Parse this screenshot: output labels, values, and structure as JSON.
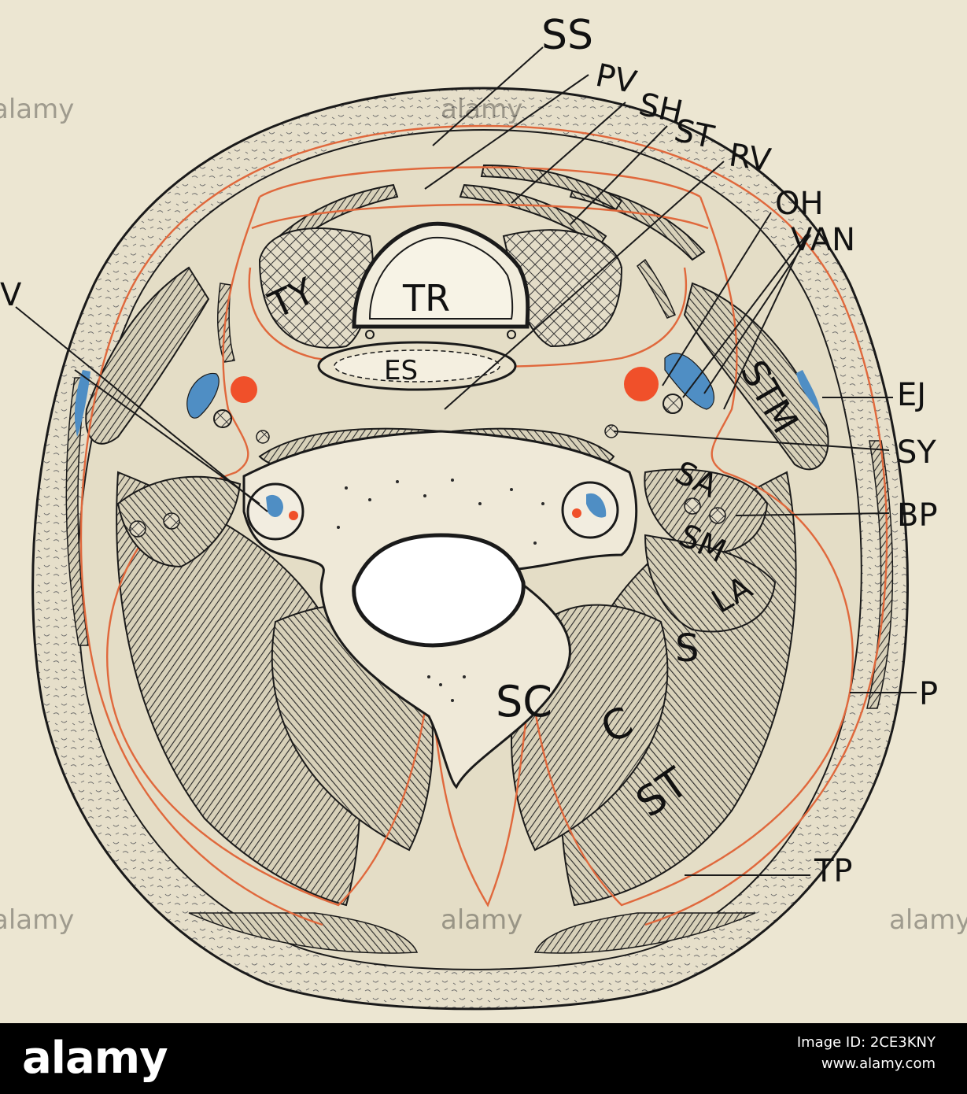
{
  "figure": {
    "labels": {
      "ss": "SS",
      "pv": "PV",
      "sh": "SH",
      "st": "ST",
      "rv": "RV",
      "oh": "OH",
      "van": "VAN",
      "v": "V",
      "ej": "EJ",
      "sy": "SY",
      "bp": "BP",
      "p": "P",
      "tp": "TP"
    },
    "inner_labels": {
      "tr": "TR",
      "es": "ES",
      "ty": "TY",
      "stm": "STM",
      "sa": "SA",
      "sm": "SM",
      "la": "LA",
      "sc": "SC",
      "s": "S",
      "c": "C",
      "st2": "ST"
    },
    "colors": {
      "paper": "#ece6d2",
      "artery": "#f0502a",
      "vein": "#4f8ec4",
      "fascia": "#e0683c",
      "ink": "#1a1a1a"
    }
  },
  "watermark": {
    "text": "alamy"
  },
  "footer": {
    "logo": "alamy",
    "image_id": "Image ID: 2CE3KNY",
    "url": "www.alamy.com"
  }
}
